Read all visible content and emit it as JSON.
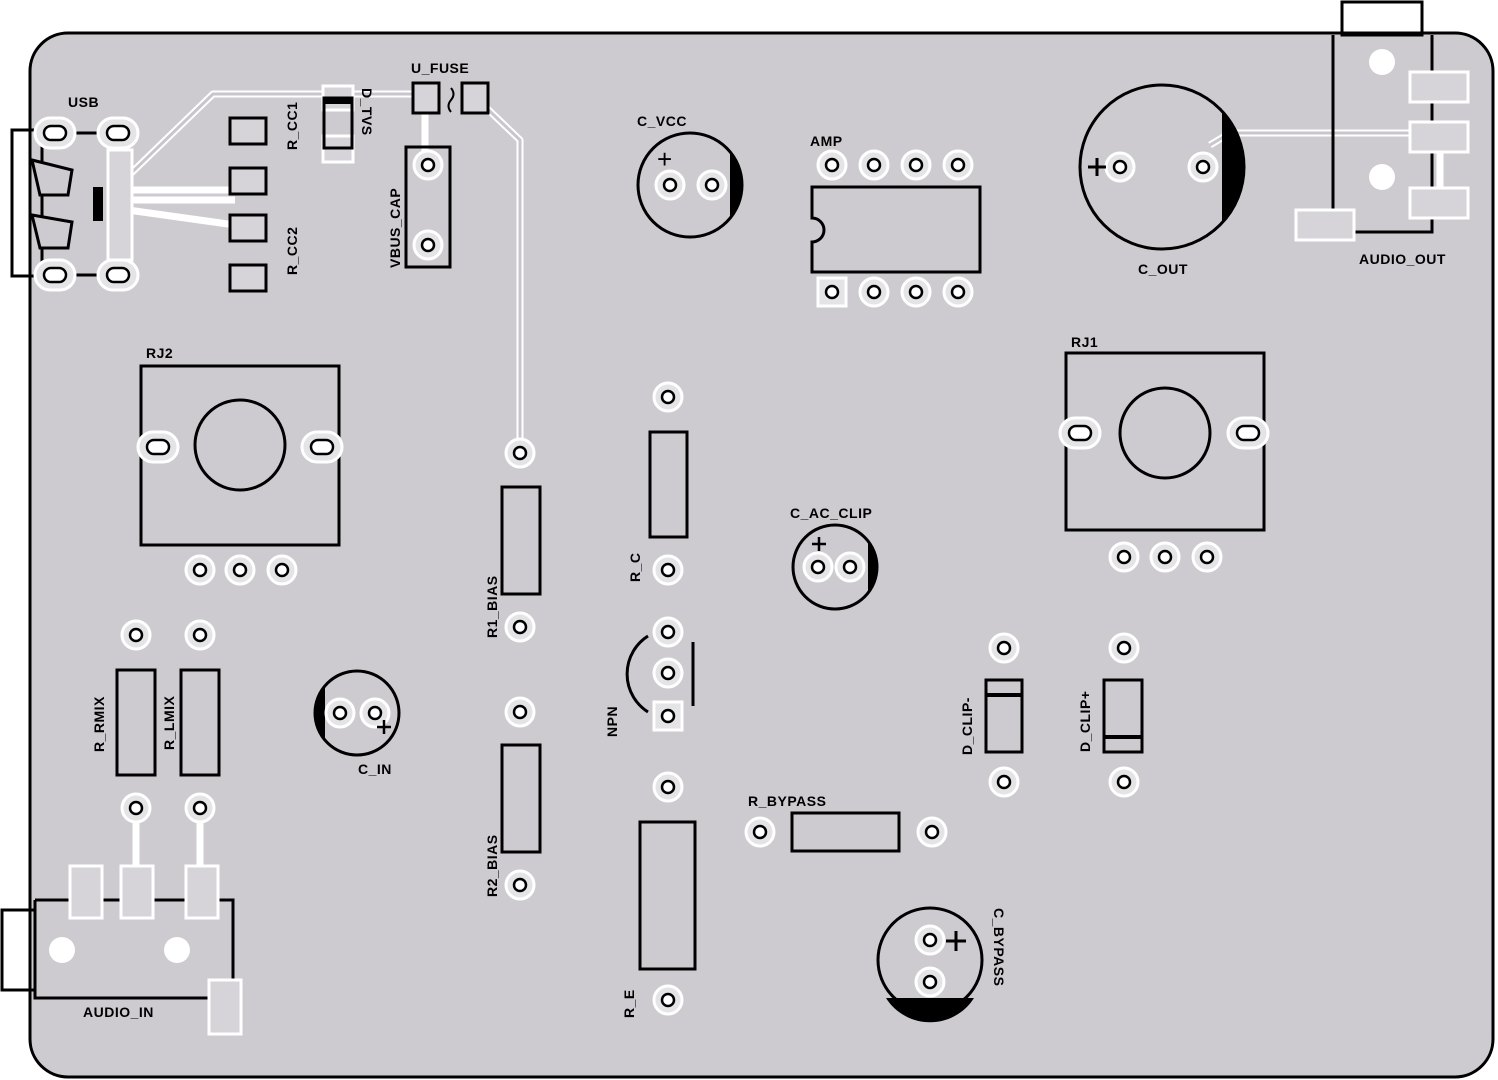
{
  "board": {
    "colors": {
      "board": "#cdcbd0",
      "copper": "#ffffff",
      "silkscreen": "#000000"
    },
    "labels": {
      "usb": "USB",
      "r_cc1": "R_CC1",
      "r_cc2": "R_CC2",
      "d_tvs": "D_TVS",
      "u_fuse": "U_FUSE",
      "vbus_cap": "VBUS_CAP",
      "c_vcc": "C_VCC",
      "amp": "AMP",
      "c_out": "C_OUT",
      "audio_out": "AUDIO_OUT",
      "rj2": "RJ2",
      "rj1": "RJ1",
      "r1_bias": "R1_BIAS",
      "r_c": "R_C",
      "c_ac_clip": "C_AC_CLIP",
      "npn": "NPN",
      "r_rmix": "R_RMIX",
      "r_lmix": "R_LMIX",
      "c_in": "C_IN",
      "r2_bias": "R2_BIAS",
      "r_e": "R_E",
      "r_bypass": "R_BYPASS",
      "d_clip_minus": "D_CLIP-",
      "d_clip_plus": "D_CLIP+",
      "c_bypass": "C_BYPASS",
      "audio_in": "AUDIO_IN",
      "plus": "+"
    }
  }
}
